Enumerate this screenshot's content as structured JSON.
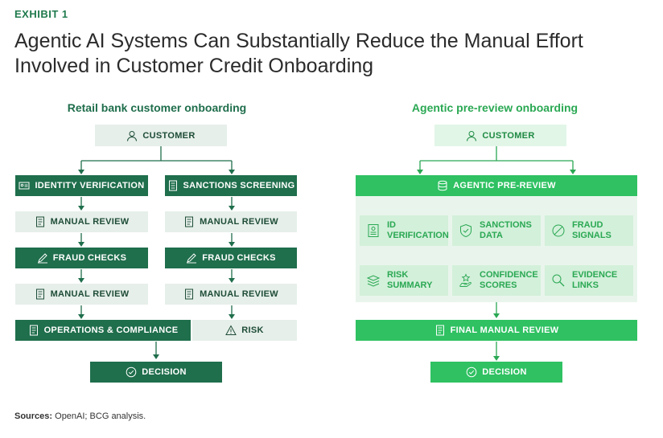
{
  "exhibit": "EXHIBIT 1",
  "title": "Agentic AI Systems Can Substantially Reduce the Manual Effort Involved in Customer Credit Onboarding",
  "left": {
    "title": "Retail bank customer onboarding",
    "customer": "CUSTOMER",
    "identity_verification": "IDENTITY VERIFICATION",
    "sanctions_screening": "SANCTIONS SCREENING",
    "manual_review_1a": "MANUAL REVIEW",
    "manual_review_1b": "MANUAL REVIEW",
    "fraud_checks_a": "FRAUD CHECKS",
    "fraud_checks_b": "FRAUD CHECKS",
    "manual_review_2a": "MANUAL REVIEW",
    "manual_review_2b": "MANUAL REVIEW",
    "ops_compliance": "OPERATIONS & COMPLIANCE",
    "risk": "RISK",
    "decision": "DECISION"
  },
  "right": {
    "title": "Agentic pre-review onboarding",
    "customer": "CUSTOMER",
    "agentic_pre_review": "AGENTIC PRE-REVIEW",
    "id_verification": "ID\nVERIFICATION",
    "sanctions_data": "SANCTIONS\nDATA",
    "fraud_signals": "FRAUD\nSIGNALS",
    "risk_summary": "RISK\nSUMMARY",
    "confidence_scores": "CONFIDENCE\nSCORES",
    "evidence_links": "EVIDENCE\nLINKS",
    "final_manual_review": "FINAL MANUAL REVIEW",
    "decision": "DECISION"
  },
  "sources_label": "Sources:",
  "sources_text": " OpenAI; BCG analysis.",
  "colors": {
    "dark_green": "#1f6e4c",
    "light_gray_green": "#e6efea",
    "bright_green": "#2fc162",
    "pale_green": "#e2f6e7",
    "panel_green": "#e9f5ec"
  },
  "icons": [
    "person-icon",
    "id-card-icon",
    "checklist-icon",
    "document-icon",
    "pen-icon",
    "warning-icon",
    "check-circle-icon",
    "database-icon",
    "shield-icon",
    "prohibited-icon",
    "stack-icon",
    "hand-star-icon",
    "magnifier-icon"
  ]
}
